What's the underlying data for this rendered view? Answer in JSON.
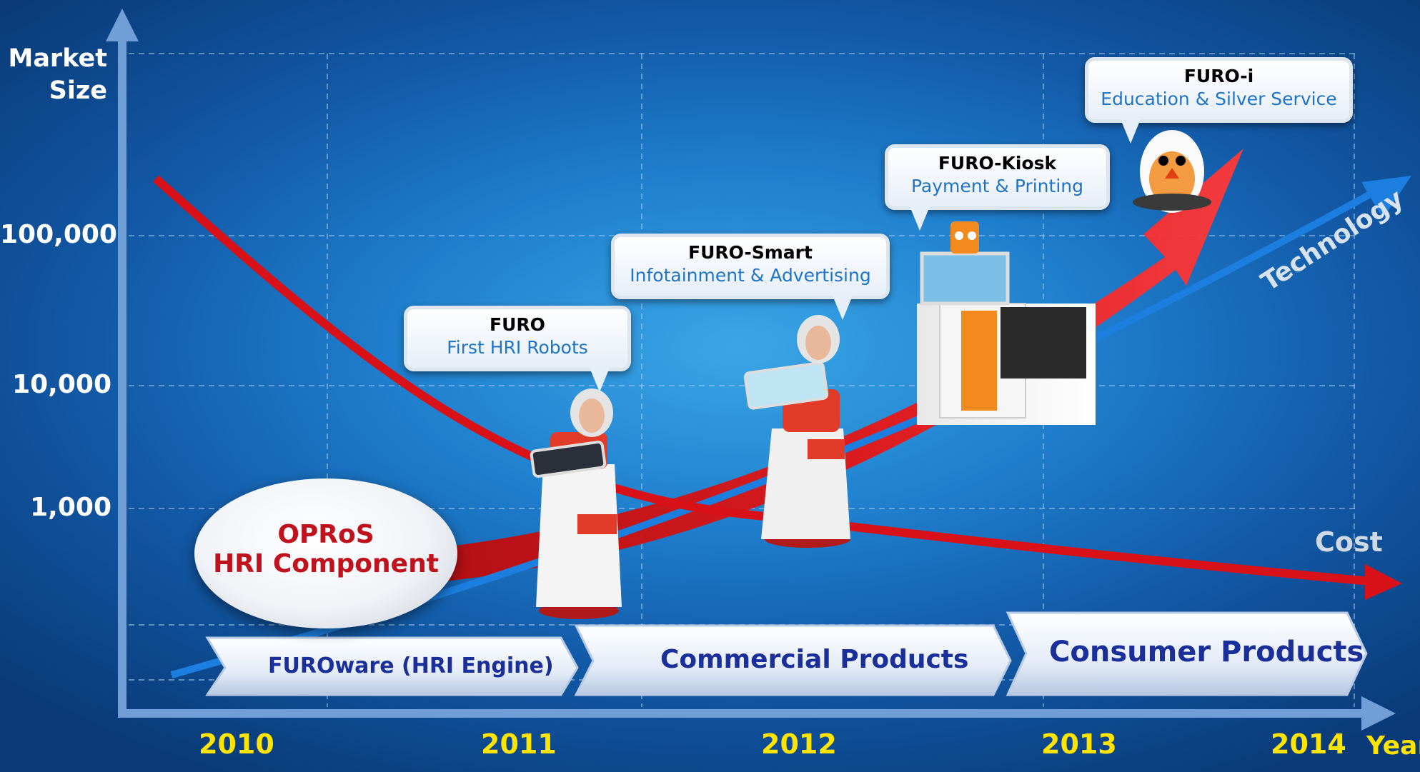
{
  "chart_data": {
    "type": "line",
    "ylabel": "Market Size",
    "xlabel": "Year",
    "x": [
      "2010",
      "2011",
      "2012",
      "2013",
      "2014"
    ],
    "y_ticks": [
      "100,000",
      "10,000",
      "1,000"
    ],
    "y_scale": "log",
    "grid": true,
    "series": [
      {
        "name": "Cost",
        "trend": "decreasing",
        "color": "#d81218"
      },
      {
        "name": "Technology",
        "trend": "increasing",
        "color": "#1c7fe0"
      }
    ],
    "market_arrow": {
      "color": "#e01010",
      "trend": "increasing"
    },
    "stages": [
      {
        "label": "FUROware (HRI Engine)"
      },
      {
        "label": "Commercial Products"
      },
      {
        "label": "Consumer Products"
      }
    ],
    "oval": {
      "line1": "OPRoS",
      "line2": "HRI Component"
    },
    "products": [
      {
        "name": "FURO",
        "desc": "First HRI Robots"
      },
      {
        "name": "FURO-Smart",
        "desc": "Infotainment & Advertising"
      },
      {
        "name": "FURO-Kiosk",
        "desc": "Payment & Printing"
      },
      {
        "name": "FURO-i",
        "desc": "Education & Silver Service"
      }
    ]
  }
}
